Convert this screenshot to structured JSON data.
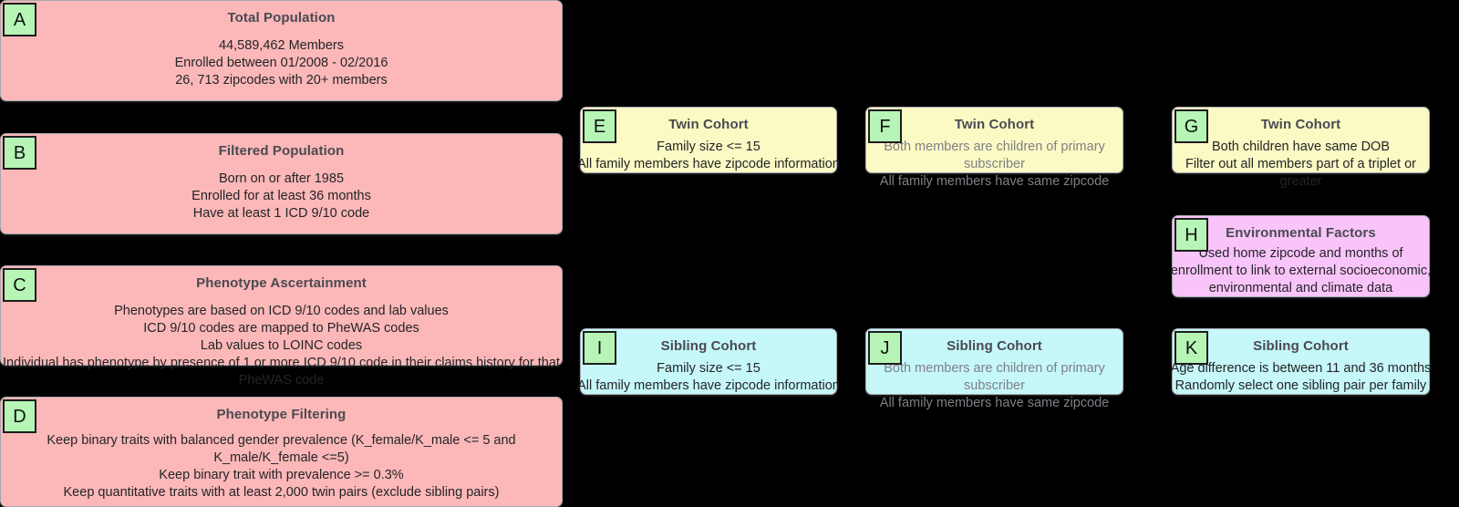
{
  "figure": {
    "background_color": "#000000",
    "badge_color": "#b6f5b6",
    "palette": {
      "pink": "#fcb8b8",
      "yellow": "#fcfac4",
      "cyan": "#c6f7f9",
      "violet": "#f9c4f9"
    }
  },
  "panels": {
    "a": {
      "badge": "A",
      "title": "Total Population",
      "body": "44,589,462 Members\nEnrolled between 01/2008 - 02/2016\n26, 713 zipcodes with 20+ members"
    },
    "b": {
      "badge": "B",
      "title": "Filtered Population",
      "body": "Born on or after 1985\nEnrolled for at least 36 months\nHave at least 1 ICD 9/10 code"
    },
    "c": {
      "badge": "C",
      "title": "Phenotype Ascertainment",
      "body": "Phenotypes are based on ICD 9/10 codes and lab values\nICD 9/10 codes are mapped to PheWAS codes\nLab values to LOINC codes\nIndividual has phenotype by presence of 1 or more ICD 9/10 code in their claims history for that PheWAS code"
    },
    "d": {
      "badge": "D",
      "title": "Phenotype Filtering",
      "body": "Keep binary traits with balanced gender prevalence (K_female/K_male <= 5 and K_male/K_female <=5)\nKeep binary trait with prevalence >= 0.3%\nKeep quantitative traits with at least 2,000 twin pairs (exclude sibling pairs)"
    },
    "e": {
      "badge": "E",
      "title": "Twin Cohort",
      "body": "Family size <= 15\nAll family members have zipcode information"
    },
    "f": {
      "badge": "F",
      "title": "Twin Cohort",
      "body": "Both members are children of primary subscriber\nAll family members have same zipcode"
    },
    "g": {
      "badge": "G",
      "title": "Twin Cohort",
      "body": "Both children have same DOB\nFilter out all members part of a triplet or greater"
    },
    "h": {
      "badge": "H",
      "title": "Environmental Factors",
      "body": "Used home zipcode and months of enrollment to link to external socioeconomic, environmental and climate data"
    },
    "i": {
      "badge": "I",
      "title": "Sibling Cohort",
      "body": "Family size <= 15\nAll family members have zipcode information"
    },
    "j": {
      "badge": "J",
      "title": "Sibling Cohort",
      "body": "Both members are children of primary subscriber\nAll family members have same zipcode"
    },
    "k": {
      "badge": "K",
      "title": "Sibling Cohort",
      "body": "Age difference is between 11 and 36 months\nRandomly select one sibling pair per family"
    }
  }
}
